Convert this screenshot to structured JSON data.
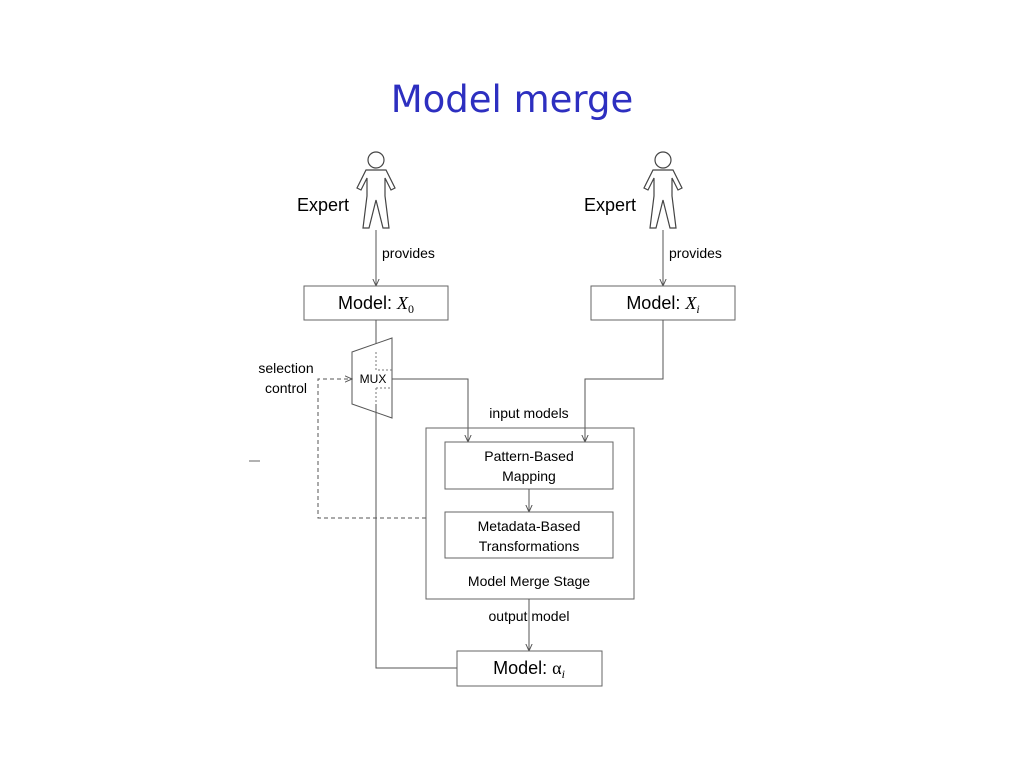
{
  "title": "Model merge",
  "experts": {
    "left_label": "Expert",
    "right_label": "Expert",
    "left_edge": "provides",
    "right_edge": "provides"
  },
  "models": {
    "x0_prefix": "Model: ",
    "x0_symbol": "X",
    "x0_sub": "0",
    "xi_prefix": "Model: ",
    "xi_symbol": "X",
    "xi_sub": "i",
    "alpha_prefix": "Model: ",
    "alpha_symbol": "α",
    "alpha_sub": "i"
  },
  "mux": {
    "label": "MUX",
    "control_line1": "selection",
    "control_line2": "control"
  },
  "stage": {
    "input_label": "input models",
    "pattern_line1": "Pattern-Based",
    "pattern_line2": "Mapping",
    "metadata_line1": "Metadata-Based",
    "metadata_line2": "Transformations",
    "stage_label": "Model Merge Stage",
    "output_label": "output model"
  },
  "colors": {
    "title": "#2d2fc0",
    "lines": "#555555",
    "box_border": "#666666"
  }
}
